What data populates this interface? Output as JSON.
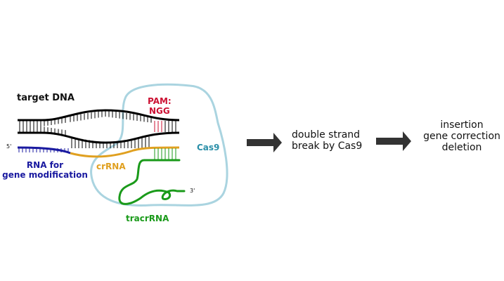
{
  "colors": {
    "dna": "#000000",
    "pam": "#cc1133",
    "rna_mod": "#1a1aa0",
    "crrna": "#e0a020",
    "tracrrna": "#1a9a1a",
    "cas9": "#aad4e0",
    "cas9_label": "#2a8fa8",
    "arrow": "#333333",
    "text": "#111111"
  },
  "labels": {
    "target_dna": "target DNA",
    "pam_line1": "PAM:",
    "pam_line2": "NGG",
    "five_prime": "5'",
    "three_prime": "3'",
    "rna_mod_line1": "RNA for",
    "rna_mod_line2": "gene modification",
    "crrna": "crRNA",
    "cas9": "Cas9",
    "tracrrna": "tracrRNA"
  },
  "steps": [
    {
      "lines": [
        "double strand",
        "break by Cas9"
      ]
    },
    {
      "lines": [
        "insertion",
        "gene correction",
        "deletion"
      ]
    }
  ]
}
